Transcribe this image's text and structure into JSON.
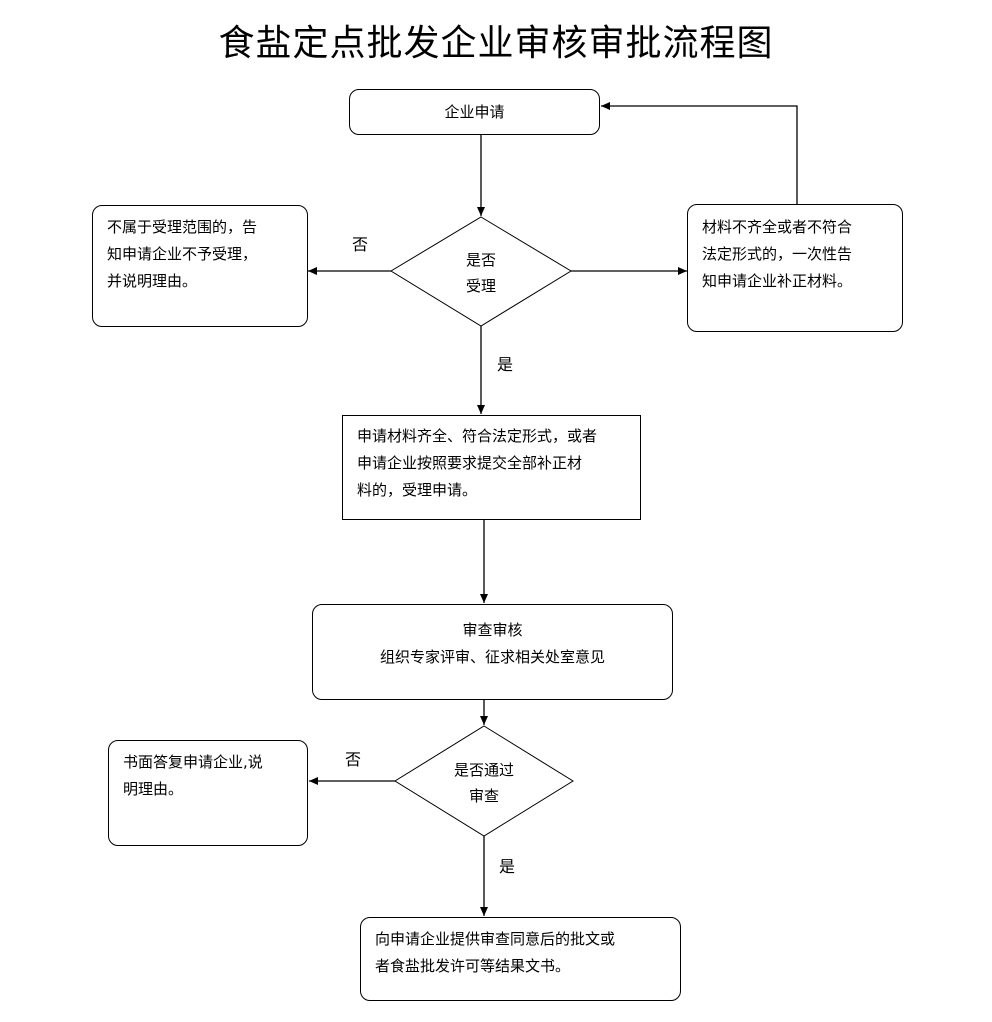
{
  "title": "食盐定点批发企业审核审批流程图",
  "nodes": {
    "apply": "企业申请",
    "accept_decision": [
      "是否",
      "受理"
    ],
    "reject": [
      "不属于受理范围的，告",
      "知申请企业不予受理，",
      "并说明理由。"
    ],
    "supplement": [
      "材料不齐全或者不符合",
      "法定形式的，一次性告",
      "知申请企业补正材料。"
    ],
    "accept": [
      "申请材料齐全、符合法定形式，或者",
      "申请企业按照要求提交全部补正材",
      "料的，受理申请。"
    ],
    "review": [
      "审查审核",
      "组织专家评审、征求相关处室意见"
    ],
    "pass_decision": [
      "是否通过",
      "审查"
    ],
    "written_reply": [
      "书面答复申请企业,说",
      "明理由。"
    ],
    "result": [
      "向申请企业提供审查同意后的批文或",
      "者食盐批发许可等结果文书。"
    ]
  },
  "edge_labels": {
    "accept_no": "否",
    "accept_yes": "是",
    "pass_no": "否",
    "pass_yes": "是"
  }
}
